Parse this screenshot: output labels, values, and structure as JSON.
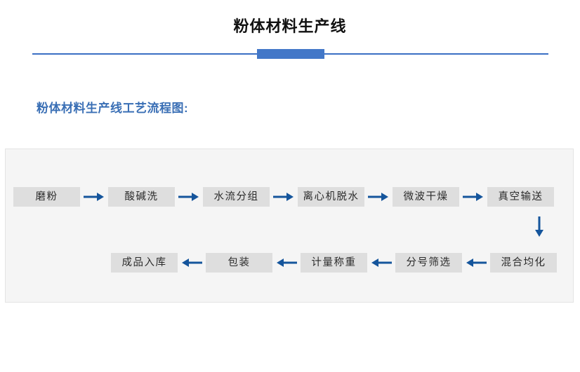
{
  "header": {
    "title": "粉体材料生产线"
  },
  "subtitle": "粉体材料生产线工艺流程图:",
  "colors": {
    "accent_blue": "#4277c8",
    "divider_line": "#3a6fc4",
    "subtitle_blue": "#3a6fb5",
    "arrow_blue": "#15559c",
    "panel_bg": "#f5f5f5",
    "box_bg": "#dedede",
    "box_text": "#2b2b2b",
    "title_text": "#111111"
  },
  "flow": {
    "row1": [
      {
        "label": "磨粉"
      },
      {
        "label": "酸碱洗"
      },
      {
        "label": "水流分组"
      },
      {
        "label": "离心机脱水"
      },
      {
        "label": "微波干燥"
      },
      {
        "label": "真空输送"
      }
    ],
    "row2": [
      {
        "label": "成品入库"
      },
      {
        "label": "包装"
      },
      {
        "label": "计量称重"
      },
      {
        "label": "分号筛选"
      },
      {
        "label": "混合均化"
      }
    ],
    "arrow_right_icon": "arrow-right-icon",
    "arrow_left_icon": "arrow-left-icon",
    "arrow_down_icon": "arrow-down-icon"
  }
}
